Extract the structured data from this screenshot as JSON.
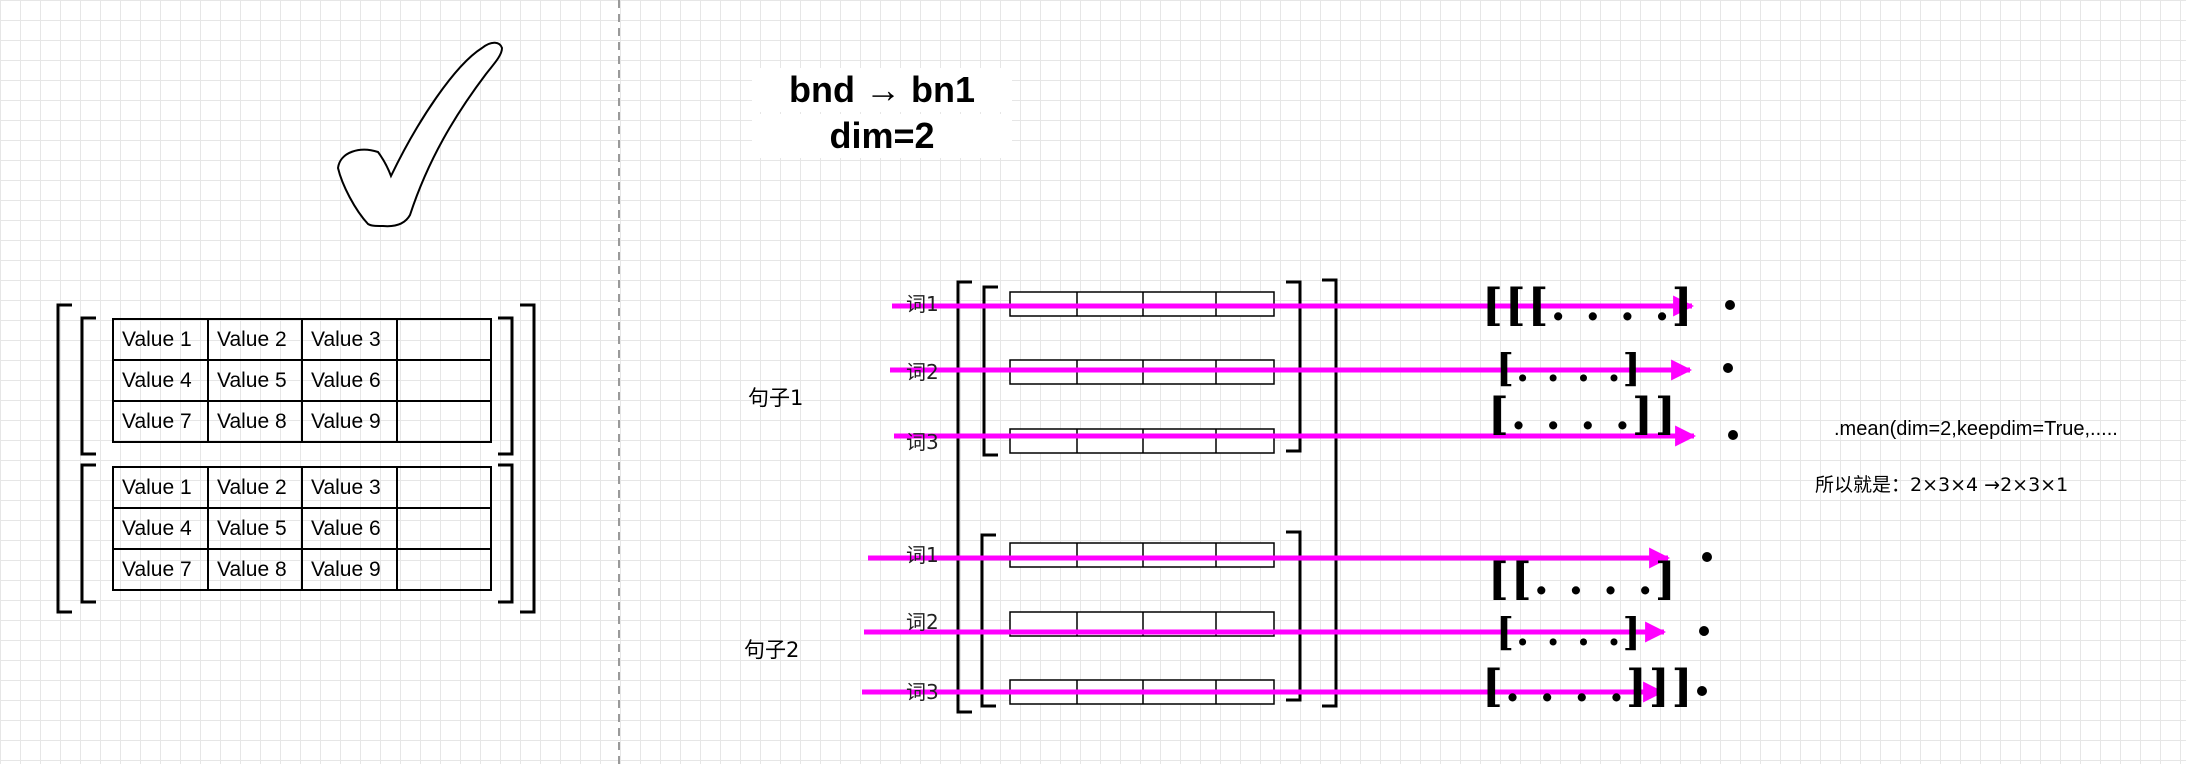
{
  "left_matrix": {
    "blocks": [
      {
        "rows": [
          [
            "Value 1",
            "Value 2",
            "Value 3",
            ""
          ],
          [
            "Value 4",
            "Value 5",
            "Value 6",
            ""
          ],
          [
            "Value 7",
            "Value 8",
            "Value 9",
            ""
          ]
        ]
      },
      {
        "rows": [
          [
            "Value 1",
            "Value 2",
            "Value 3",
            ""
          ],
          [
            "Value 4",
            "Value 5",
            "Value 6",
            ""
          ],
          [
            "Value 7",
            "Value 8",
            "Value 9",
            ""
          ]
        ]
      }
    ]
  },
  "title": {
    "line1": "bnd → bn1",
    "line2": "dim=2"
  },
  "sentences": [
    {
      "label": "句子1",
      "words": [
        "词1",
        "词2",
        "词3"
      ]
    },
    {
      "label": "句子2",
      "words": [
        "词1",
        "词2",
        "词3"
      ]
    }
  ],
  "result_brackets": [
    "[[[. . . .]",
    "[. . . .]",
    "[. . . .]]",
    "[[. . . .]",
    "[. . . .]",
    "[. . . .]]]"
  ],
  "notes": {
    "method": ".mean(dim=2,keepdim=True,.....",
    "shape": "所以就是：2×3×4 →2×3×1"
  },
  "colors": {
    "arrow": "#ff00ff",
    "grid": "#e6e6e6",
    "stroke": "#000000"
  }
}
